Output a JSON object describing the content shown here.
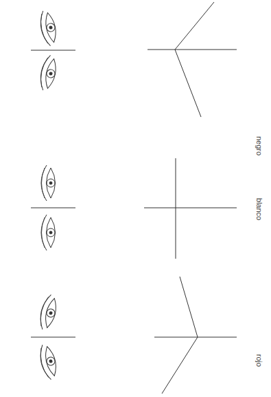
{
  "diagram": {
    "labels": [
      "negro",
      "blanco",
      "rojo"
    ]
  }
}
